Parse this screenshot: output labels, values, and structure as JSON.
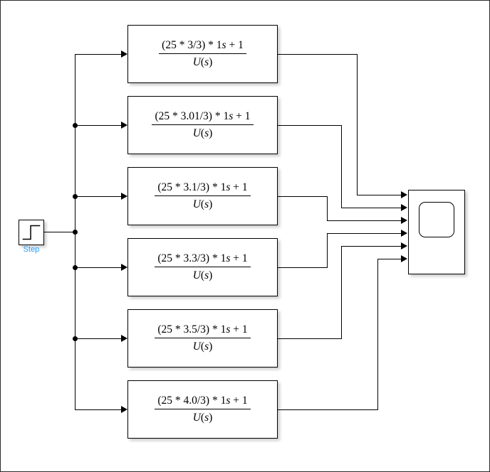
{
  "diagram": {
    "title": "Simulink block diagram",
    "accent_color": "#1e9cff",
    "line_color": "#000000",
    "background": "#ffffff"
  },
  "source": {
    "name": "step-block",
    "label": "Step",
    "icon": "step-waveform-icon"
  },
  "sink": {
    "name": "scope-block",
    "icon": "scope-screen-icon",
    "port_count": 6
  },
  "blocks": [
    {
      "id": "tf1",
      "numerator": "(25 * 3/3) * 1s + 1",
      "denominator": "U(s)",
      "num_plain": "(25 * 3/3) * 1",
      "num_s": "s",
      "num_tail": " + 1",
      "den_u": "U",
      "den_paren_open": "(",
      "den_s": "s",
      "den_paren_close": ")"
    },
    {
      "id": "tf2",
      "numerator": "(25 * 3.01/3) * 1s + 1",
      "denominator": "U(s)",
      "num_plain": "(25 * 3.01/3) * 1",
      "num_s": "s",
      "num_tail": " + 1",
      "den_u": "U",
      "den_paren_open": "(",
      "den_s": "s",
      "den_paren_close": ")"
    },
    {
      "id": "tf3",
      "numerator": "(25 * 3.1/3) * 1s + 1",
      "denominator": "U(s)",
      "num_plain": "(25 * 3.1/3) * 1",
      "num_s": "s",
      "num_tail": " + 1",
      "den_u": "U",
      "den_paren_open": "(",
      "den_s": "s",
      "den_paren_close": ")"
    },
    {
      "id": "tf4",
      "numerator": "(25 * 3.3/3) * 1s + 1",
      "denominator": "U(s)",
      "num_plain": "(25 * 3.3/3) * 1",
      "num_s": "s",
      "num_tail": " + 1",
      "den_u": "U",
      "den_paren_open": "(",
      "den_s": "s",
      "den_paren_close": ")"
    },
    {
      "id": "tf5",
      "numerator": "(25 * 3.5/3) * 1s + 1",
      "denominator": "U(s)",
      "num_plain": "(25 * 3.5/3) * 1",
      "num_s": "s",
      "num_tail": " + 1",
      "den_u": "U",
      "den_paren_open": "(",
      "den_s": "s",
      "den_paren_close": ")"
    },
    {
      "id": "tf6",
      "numerator": "(25 * 4.0/3) * 1s + 1",
      "denominator": "U(s)",
      "num_plain": "(25 * 4.0/3) * 1",
      "num_s": "s",
      "num_tail": " + 1",
      "den_u": "U",
      "den_paren_open": "(",
      "den_s": "s",
      "den_paren_close": ")"
    }
  ]
}
